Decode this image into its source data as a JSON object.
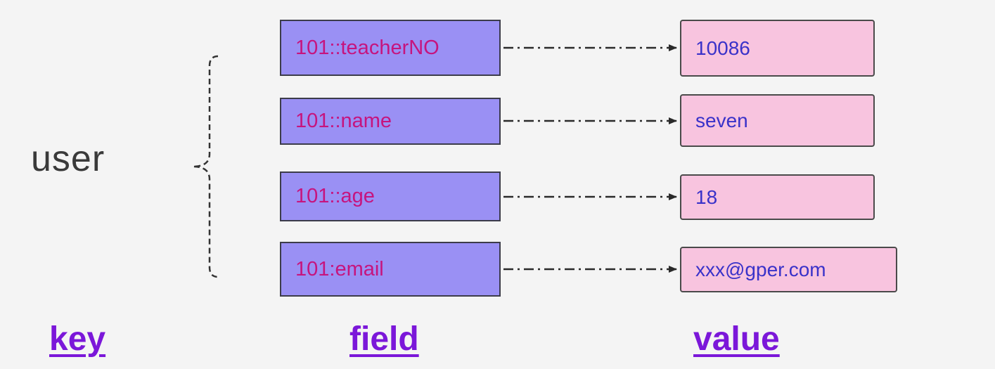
{
  "key": "user",
  "entries": [
    {
      "field": "101::teacherNO",
      "value": "10086"
    },
    {
      "field": "101::name",
      "value": "seven"
    },
    {
      "field": "101::age",
      "value": "18"
    },
    {
      "field": "101:email",
      "value": "xxx@gper.com"
    }
  ],
  "legend": {
    "key": "key",
    "field": "field",
    "value": "value"
  },
  "colors": {
    "field_fill": "#9a90f4",
    "field_text": "#c6147e",
    "value_fill": "#f8c4df",
    "value_text": "#3a32c9",
    "legend_text": "#7b17d9"
  }
}
